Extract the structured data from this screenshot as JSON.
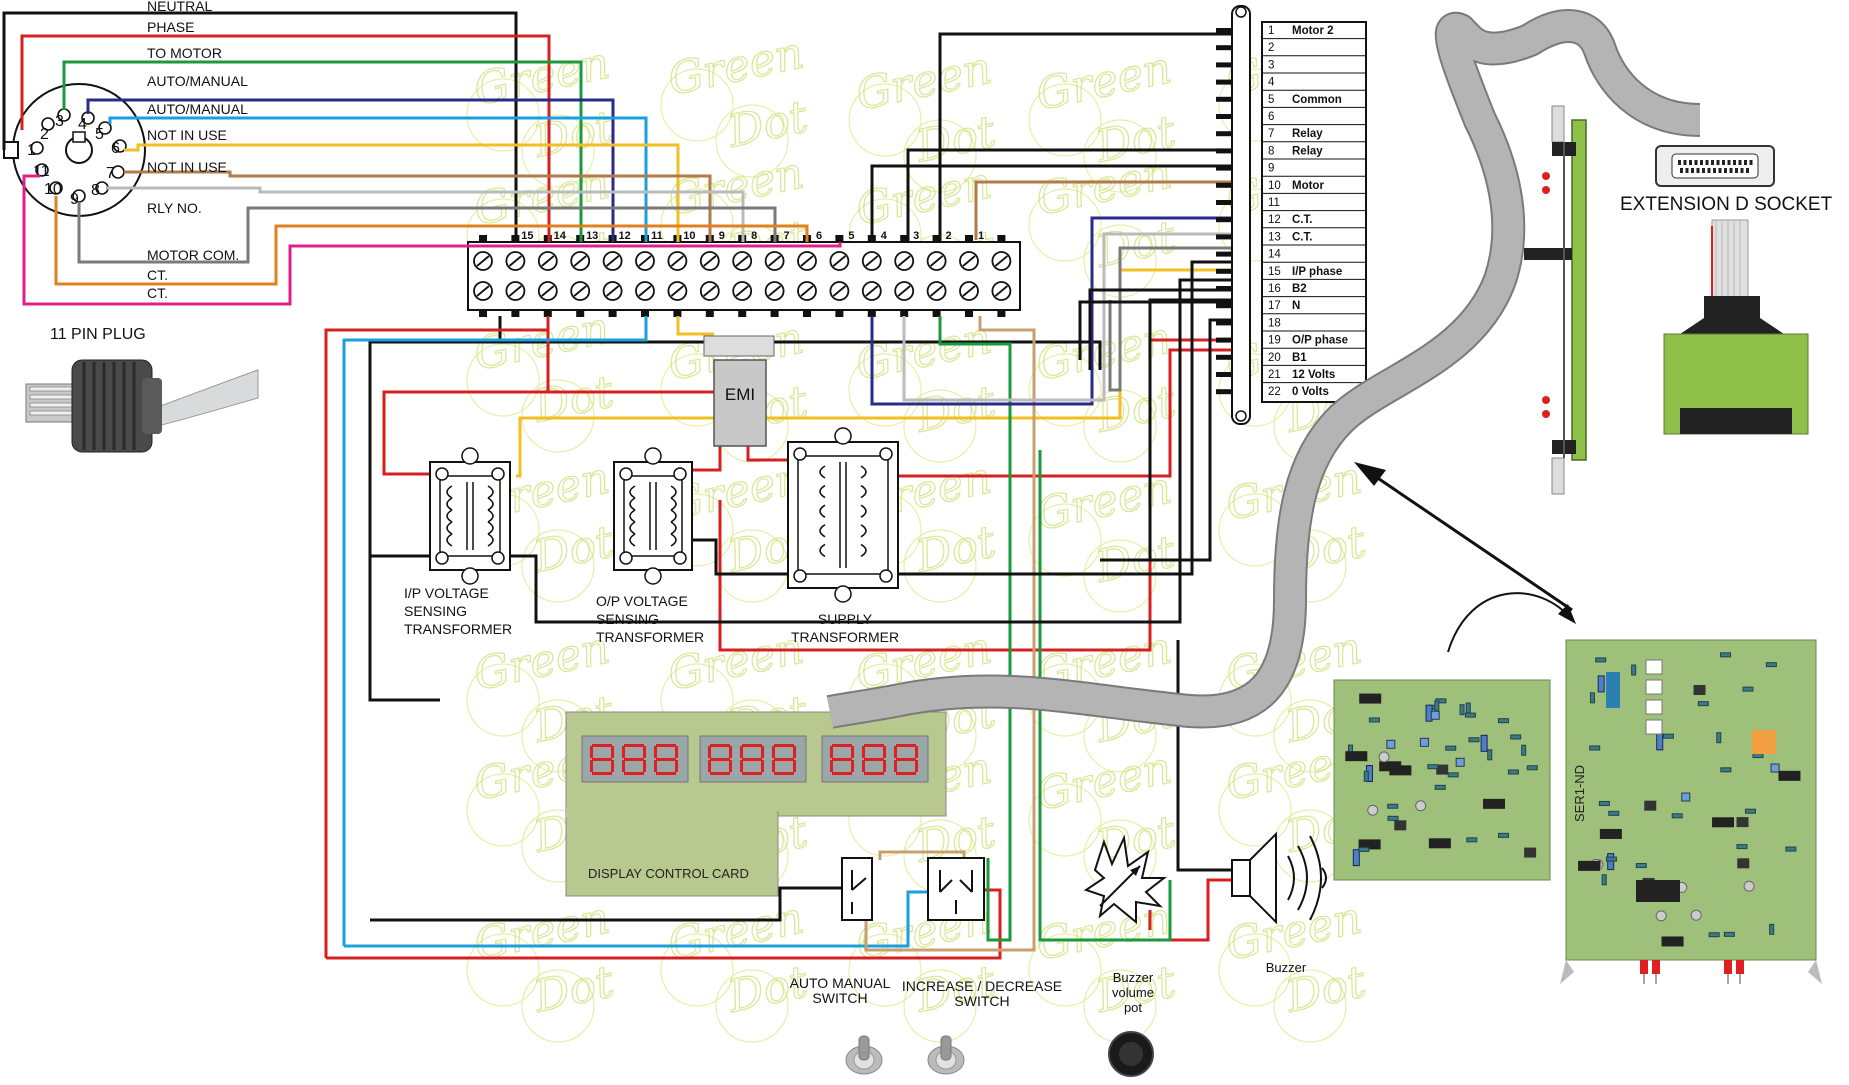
{
  "plug": {
    "title": "11 PIN PLUG",
    "pin_numbers": [
      "1",
      "2",
      "3",
      "4",
      "5",
      "6",
      "7",
      "8",
      "9",
      "10",
      "11"
    ],
    "wires": [
      {
        "label": "NEUTRAL",
        "color": "#111111"
      },
      {
        "label": "PHASE",
        "color": "#d42020"
      },
      {
        "label": "TO MOTOR",
        "color": "#1a9a3a"
      },
      {
        "label": "AUTO/MANUAL",
        "color": "#e8a7c8"
      },
      {
        "label": "AUTO/MANUAL",
        "color": "#2a2a8c"
      },
      {
        "label": "NOT IN USE",
        "color": "#1aa0e0"
      },
      {
        "label": "NOT IN USE",
        "color": "#f0c020"
      },
      {
        "label": "RLY NO.",
        "color": "#b07a4a"
      },
      {
        "label": "MOTOR COM.",
        "color": "#7a7a7a"
      },
      {
        "label": "CT.",
        "color": "#e08020"
      },
      {
        "label": "CT.",
        "color": "#e0208a"
      }
    ]
  },
  "terminal_block": {
    "numbers": [
      "15",
      "14",
      "13",
      "12",
      "11",
      "10",
      "9",
      "8",
      "7",
      "6",
      "5",
      "4",
      "3",
      "2",
      "1"
    ]
  },
  "components": {
    "emi": "EMI",
    "ip_transformer": [
      "I/P VOLTAGE",
      "SENSING",
      "TRANSFORMER"
    ],
    "op_transformer": [
      "O/P VOLTAGE",
      "SENSING",
      "TRANSFORMER"
    ],
    "supply_transformer": [
      "SUPPLY",
      "TRANSFORMER"
    ],
    "display_card": "DISPLAY CONTROL CARD",
    "auto_manual_switch": [
      "AUTO MANUAL",
      "SWITCH"
    ],
    "inc_dec_switch": [
      "INCREASE / DECREASE",
      "SWITCH"
    ],
    "buzzer_pot": [
      "Buzzer",
      "volume",
      "pot"
    ],
    "buzzer": "Buzzer",
    "extension_socket": "EXTENSION D SOCKET",
    "pcb_label": "SER1-ND"
  },
  "connector": {
    "pins": [
      {
        "n": "1",
        "label": "Motor 2"
      },
      {
        "n": "2",
        "label": ""
      },
      {
        "n": "3",
        "label": ""
      },
      {
        "n": "4",
        "label": ""
      },
      {
        "n": "5",
        "label": "Common"
      },
      {
        "n": "6",
        "label": ""
      },
      {
        "n": "7",
        "label": "Relay"
      },
      {
        "n": "8",
        "label": "Relay"
      },
      {
        "n": "9",
        "label": ""
      },
      {
        "n": "10",
        "label": "Motor"
      },
      {
        "n": "11",
        "label": ""
      },
      {
        "n": "12",
        "label": "C.T."
      },
      {
        "n": "13",
        "label": "C.T."
      },
      {
        "n": "14",
        "label": ""
      },
      {
        "n": "15",
        "label": "I/P phase"
      },
      {
        "n": "16",
        "label": "B2"
      },
      {
        "n": "17",
        "label": "N"
      },
      {
        "n": "18",
        "label": ""
      },
      {
        "n": "19",
        "label": "O/P phase"
      },
      {
        "n": "20",
        "label": "B1"
      },
      {
        "n": "21",
        "label": "12 Volts"
      },
      {
        "n": "22",
        "label": "0 Volts"
      }
    ]
  },
  "watermark": {
    "line1": "Green",
    "line2": "Dot"
  },
  "colors": {
    "black": "#111111",
    "red": "#d42020",
    "green": "#1a9a3a",
    "blue": "#1aa0e0",
    "navy": "#2a2a8c",
    "yellow": "#f0c020",
    "brown": "#b07a4a",
    "gray": "#7a7a7a",
    "orange": "#e08020",
    "magenta": "#e0208a",
    "tan": "#c8a070",
    "lightgray": "#bbbbbb",
    "pcb": "#9ec07a",
    "lcd": "#b8c88e",
    "led": "#e02020"
  }
}
